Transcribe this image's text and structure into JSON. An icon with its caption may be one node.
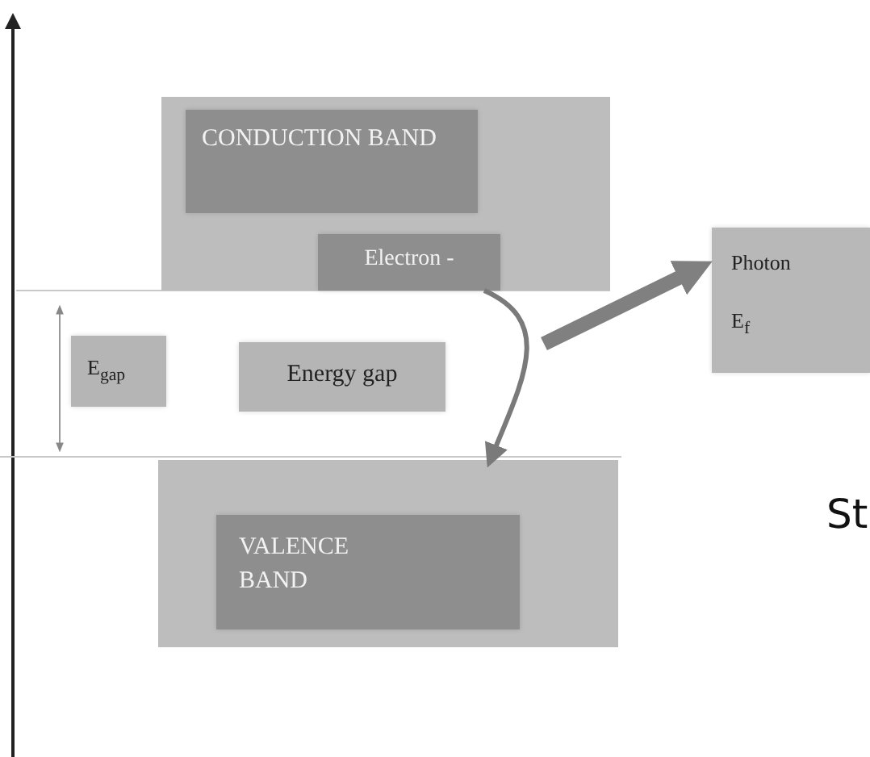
{
  "diagram": {
    "nodes": [
      {
        "text": [],
        "shape": "box"
      },
      {
        "text": [
          "CONDUCTION BAND"
        ],
        "in": 0
      },
      {
        "text": [
          "Electron -"
        ],
        "in": 0
      },
      {
        "text": [
          "E$_{gap}$"
        ]
      },
      {
        "text": [
          "Energy gap"
        ]
      },
      {
        "text": [],
        "shape": "box"
      },
      {
        "text": [
          "VALENCE BAND"
        ],
        "in": 5
      },
      {
        "text": [
          "Photon",
          "E$_{f}$"
        ]
      }
    ],
    "edges": [
      {
        "from": 2,
        "to": 5,
        "arrow": "to"
      },
      {
        "from": null,
        "to": 7,
        "arrow": "to",
        "style": "thick"
      }
    ],
    "labels": [
      "St"
    ]
  }
}
